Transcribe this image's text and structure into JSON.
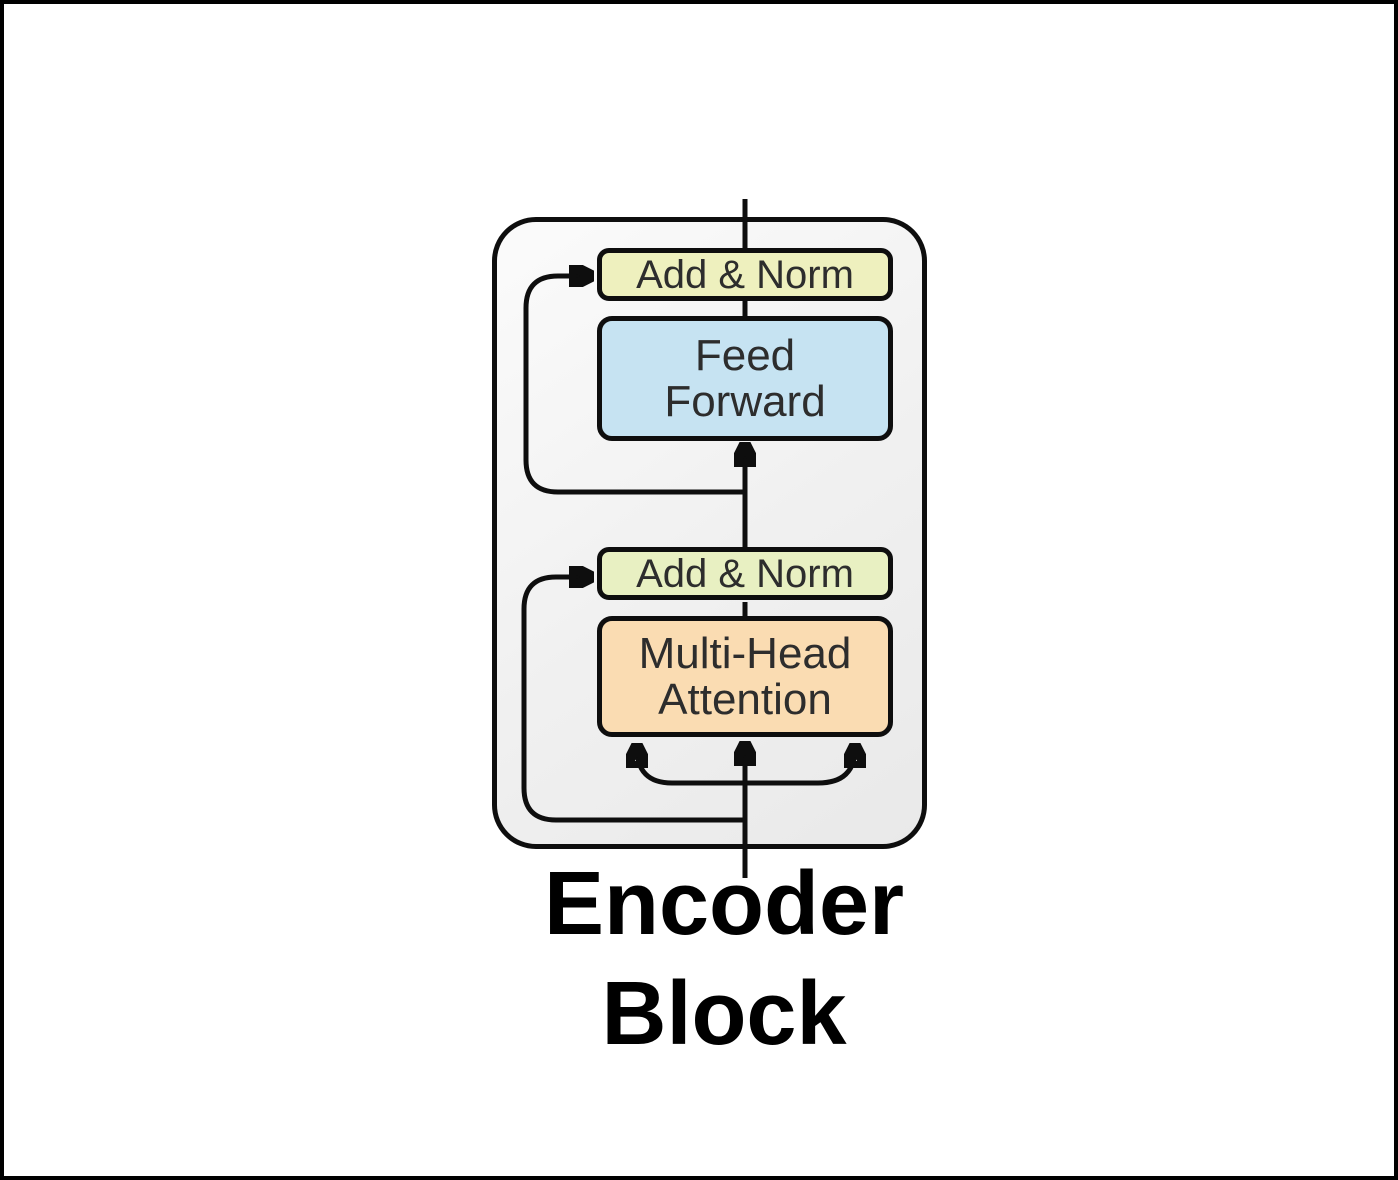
{
  "diagram": {
    "title": {
      "line1": "Encoder",
      "line2": "Block"
    },
    "blocks": {
      "add_norm_top": {
        "label": "Add & Norm",
        "fill": "#eef0be"
      },
      "feed_forward": {
        "line1": "Feed",
        "line2": "Forward",
        "fill": "#c6e3f2"
      },
      "add_norm_bottom": {
        "label": "Add & Norm",
        "fill": "#e8f0c2"
      },
      "multi_head_attention": {
        "line1": "Multi-Head",
        "line2": "Attention",
        "fill": "#fadcb2"
      }
    },
    "colors": {
      "outline": "#0e0e0e",
      "container_fill": "#f0f0f0",
      "canvas_border": "#000000",
      "box_text": "#2d2d2d",
      "title_text": "#000000"
    },
    "connections": [
      {
        "from": "input",
        "to": "multi_head_attention",
        "style": "arrow",
        "note": "center input line"
      },
      {
        "from": "input",
        "to": "multi_head_attention",
        "style": "arrow",
        "note": "left curved branch"
      },
      {
        "from": "input",
        "to": "multi_head_attention",
        "style": "arrow",
        "note": "right curved branch"
      },
      {
        "from": "input",
        "to": "add_norm_bottom",
        "style": "arrow",
        "note": "residual skip connection"
      },
      {
        "from": "multi_head_attention",
        "to": "add_norm_bottom",
        "style": "line"
      },
      {
        "from": "add_norm_bottom",
        "to": "feed_forward",
        "style": "arrow"
      },
      {
        "from": "add_norm_bottom",
        "to": "add_norm_top",
        "style": "arrow",
        "note": "residual skip connection"
      },
      {
        "from": "feed_forward",
        "to": "add_norm_top",
        "style": "line"
      },
      {
        "from": "add_norm_top",
        "to": "output",
        "style": "line",
        "note": "exits top of container"
      }
    ]
  }
}
